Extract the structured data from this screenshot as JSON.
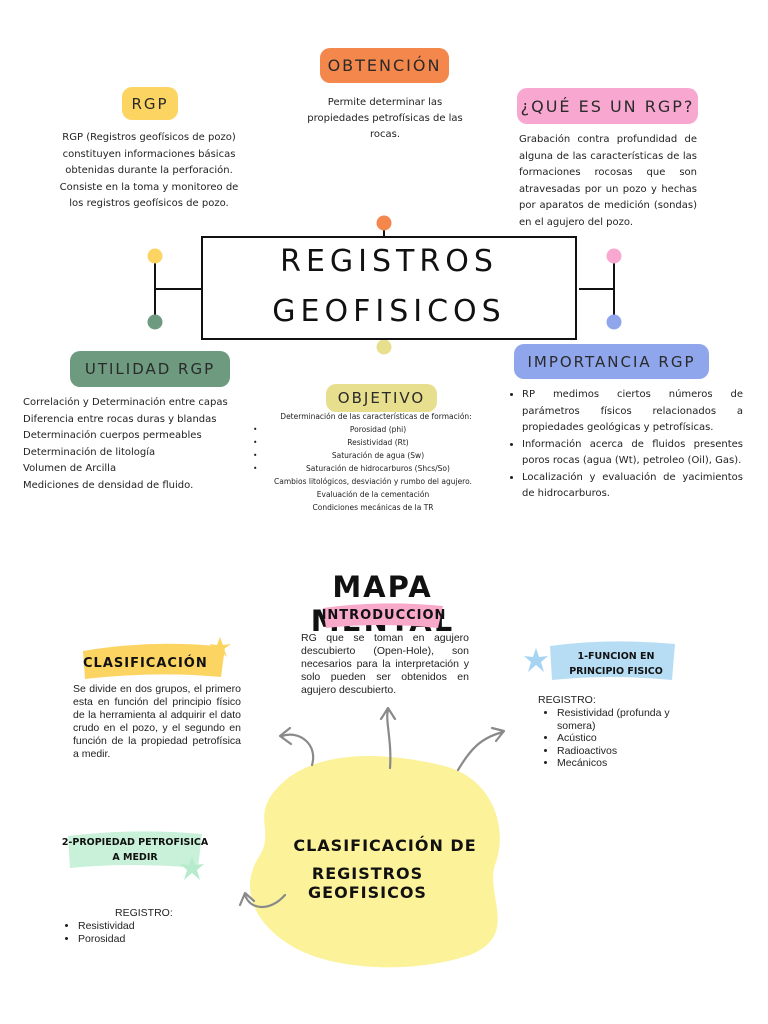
{
  "colors": {
    "orange": "#f4874b",
    "yellow": "#fcd462",
    "pink": "#f8a8d0",
    "green": "#6e9a7f",
    "blue": "#8fa6ec",
    "objective": "#e8df8e",
    "blob": "#fbf29a"
  },
  "obtencion": {
    "title": "OBTENCIÓN",
    "text": "Permite determinar las propiedades petrofísicas de las rocas."
  },
  "rgp": {
    "title": "RGP",
    "text": "RGP (Registros geofísicos de pozo) constituyen informaciones básicas obtenidas durante la perforación. Consiste en la toma y monitoreo de los registros geofísicos de pozo."
  },
  "que_es": {
    "title": "¿QUÉ ES UN RGP?",
    "text": "Grabación contra profundidad de alguna de las características de las formaciones rocosas que son atravesadas por un pozo y hechas por aparatos de medición (sondas) en el agujero del pozo."
  },
  "central": {
    "line1": "REGISTROS",
    "line2": "GEOFISICOS"
  },
  "utilidad": {
    "title": "UTILIDAD RGP",
    "items": [
      "Correlación y Determinación entre capas",
      "Diferencia entre rocas duras y blandas",
      "Determinación cuerpos permeables",
      "Determinación de litología",
      "Volumen de Arcilla",
      "Mediciones de densidad de fluido."
    ]
  },
  "objetivo": {
    "title": "OBJETIVO",
    "intro": "Determinación de las características de formación:",
    "items": [
      "Porosidad (phi)",
      "Resistividad (Rt)",
      "Saturación de agua (Sw)",
      "Saturación de hidrocarburos (Shcs/So)"
    ],
    "extra": [
      "Cambios litológicos, desviación y rumbo del agujero.",
      "Evaluación de la cementación",
      "Condiciones mecánicas de la TR"
    ]
  },
  "importancia": {
    "title": "IMPORTANCIA RGP",
    "items": [
      "RP medimos ciertos números de parámetros físicos relacionados a propiedades geológicas y petrofísicas.",
      "Información acerca de fluidos presentes poros rocas (agua (Wt), petroleo (Oil), Gas).",
      "Localización y evaluación de yacimientos de hidrocarburos."
    ]
  },
  "mapa": {
    "title": "MAPA MENTAL"
  },
  "introduccion": {
    "title": "INTRODUCCION",
    "text": "RG que se toman en agujero descubierto (Open-Hole), son necesarios para la interpretación y solo pueden ser obtenidos en agujero descubierto."
  },
  "clasificacion": {
    "title": "CLASIFICACIÓN",
    "text": "Se divide en dos grupos, el primero esta en función del principio físico de la herramienta al adquirir el dato crudo en el pozo, y el segundo en función de la propiedad petrofísica a medir."
  },
  "funcion": {
    "title_line1": "1-FUNCION EN",
    "title_line2": "PRINCIPIO FISICO",
    "registro_label": "REGISTRO:",
    "items": [
      "Resistividad (profunda y somera)",
      "Acústico",
      "Radioactivos",
      "Mecánicos"
    ]
  },
  "propiedad": {
    "title_line1": "2-PROPIEDAD PETROFISICA",
    "title_line2": "A MEDIR",
    "registro_label": "REGISTRO:",
    "items": [
      "Resistividad",
      "Porosidad"
    ]
  },
  "blob_center": {
    "line1": "CLASIFICACIÓN DE",
    "line2": "REGISTROS GEOFISICOS"
  }
}
